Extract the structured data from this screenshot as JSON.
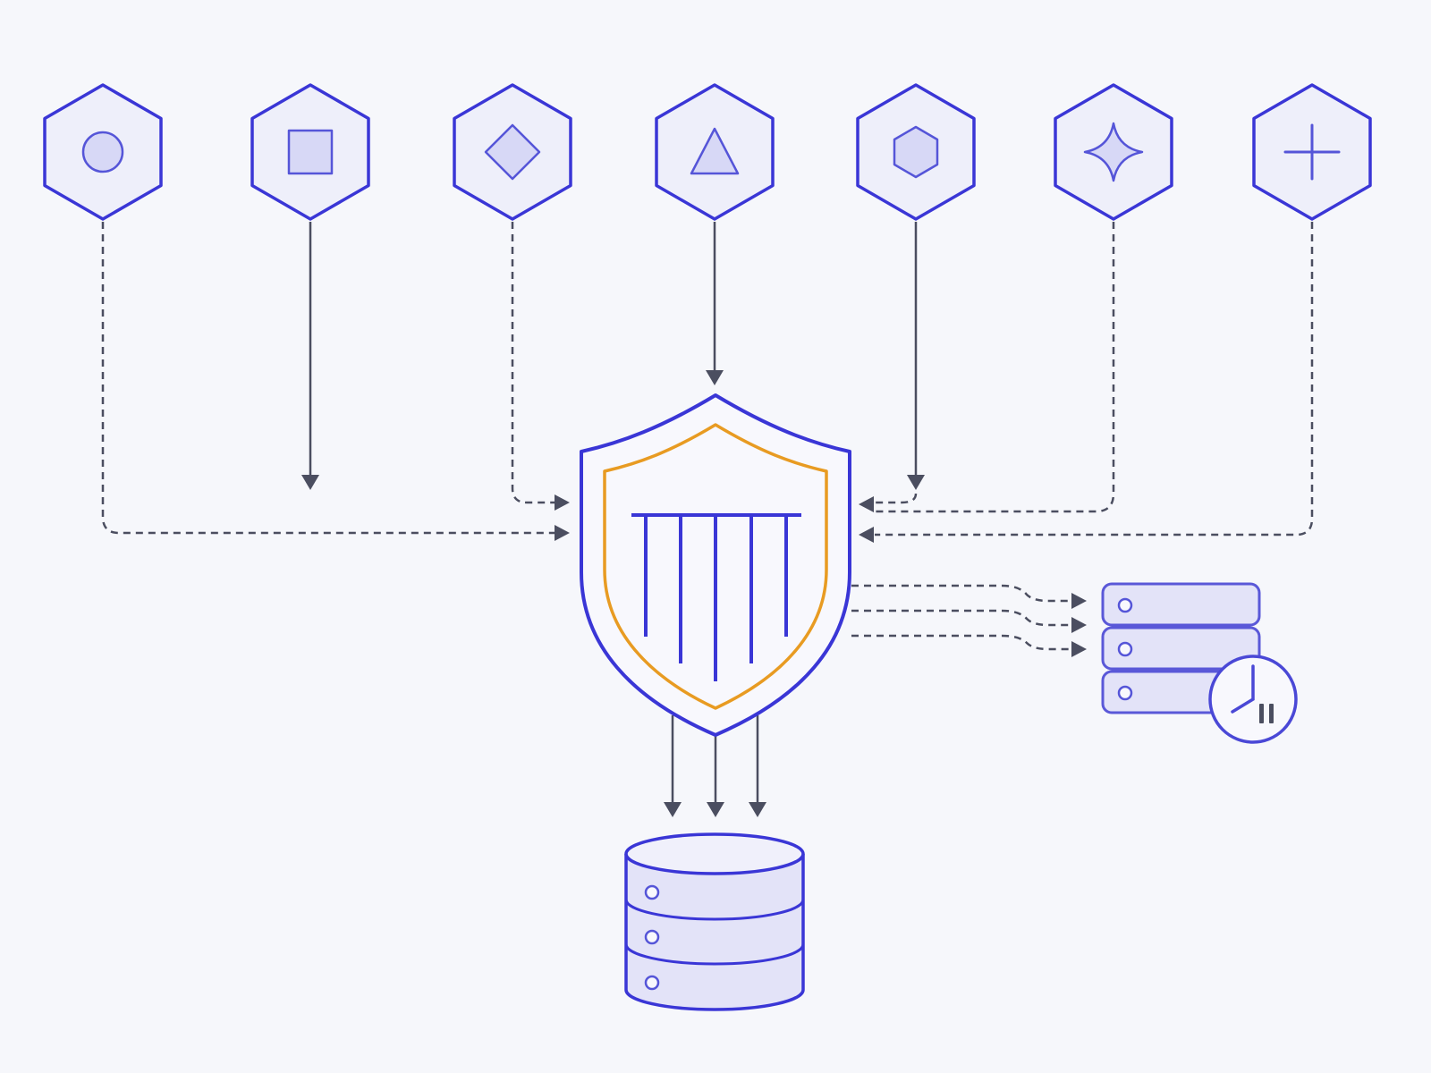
{
  "colors": {
    "background": "#f6f7fb",
    "accent": "#3a36d6",
    "highlight": "#e89b22",
    "connector": "#4b4e60",
    "fill_light": "#e3e3f8"
  },
  "source_nodes": [
    {
      "icon": "circle-icon",
      "link": "dashed"
    },
    {
      "icon": "square-icon",
      "link": "solid"
    },
    {
      "icon": "diamond-icon",
      "link": "dashed"
    },
    {
      "icon": "triangle-icon",
      "link": "solid"
    },
    {
      "icon": "hexagon-icon",
      "link": "solid"
    },
    {
      "icon": "four-point-star-icon",
      "link": "dashed"
    },
    {
      "icon": "plus-icon",
      "link": "dashed"
    }
  ],
  "gateway": {
    "icon": "shield-pillars-icon"
  },
  "storage": {
    "icon": "database-cylinder-icon"
  },
  "scheduled_storage": {
    "icon": "server-stack-icon",
    "badge": "clock-paused-icon"
  }
}
